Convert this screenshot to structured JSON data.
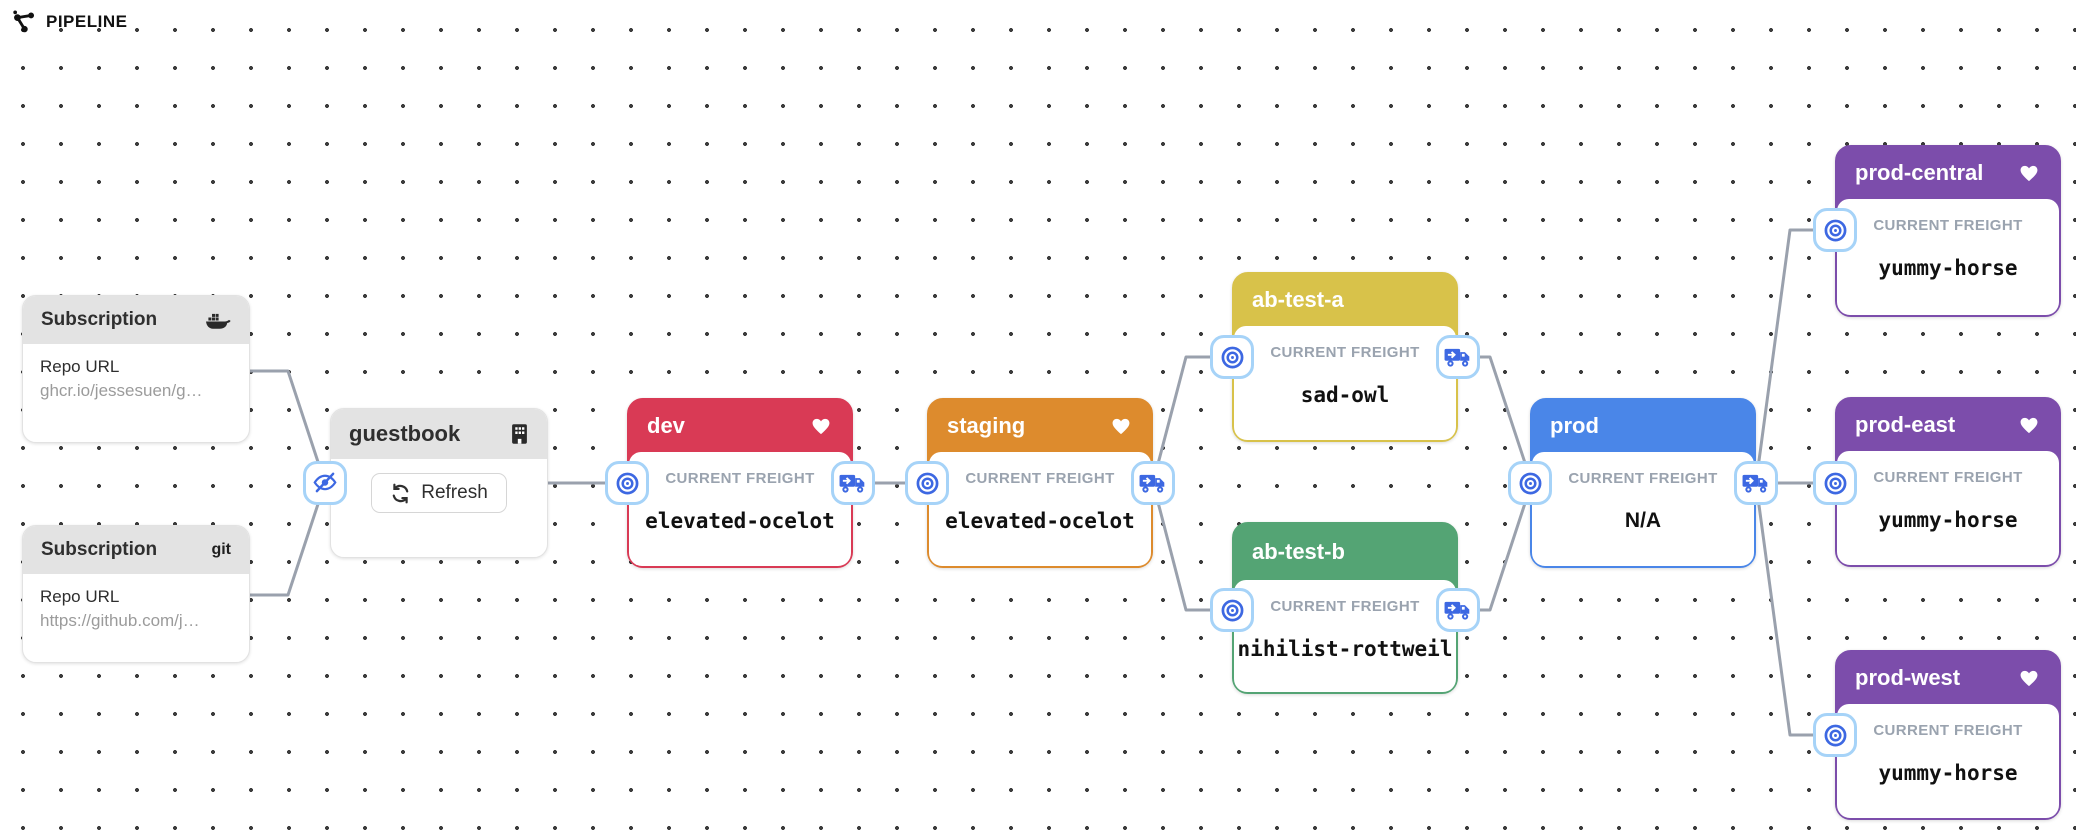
{
  "header": {
    "title": "PIPELINE"
  },
  "colors": {
    "stage_dev": "#d93a55",
    "stage_staging": "#dd8b2d",
    "stage_ab_test_a": "#d8c24a",
    "stage_ab_test_b": "#54a474",
    "stage_prod": "#4a86e8",
    "stage_prod_regions": "#7c4dab",
    "badge_border": "#a6d3f8",
    "badge_icon_blue": "#3d68e2",
    "edge_gray": "#9aa1ad",
    "node_header_gray": "#e3e3e3"
  },
  "freight_label": "CURRENT FREIGHT",
  "subscriptions": [
    {
      "title": "Subscription",
      "icon": "docker-icon",
      "repo_label": "Repo URL",
      "repo_url": "ghcr.io/jessesuen/g…"
    },
    {
      "title": "Subscription",
      "icon": "git-text",
      "icon_text": "git",
      "repo_label": "Repo URL",
      "repo_url": "https://github.com/j…"
    }
  ],
  "warehouse": {
    "name": "guestbook",
    "refresh_label": "Refresh"
  },
  "stages": [
    {
      "name": "dev",
      "freight": "elevated-ocelot",
      "favorite": true
    },
    {
      "name": "staging",
      "freight": "elevated-ocelot",
      "favorite": true
    },
    {
      "name": "ab-test-a",
      "freight": "sad-owl",
      "favorite": false
    },
    {
      "name": "ab-test-b",
      "freight": "nihilist-rottweil",
      "favorite": false
    },
    {
      "name": "prod",
      "freight": "N/A",
      "favorite": false
    },
    {
      "name": "prod-central",
      "freight": "yummy-horse",
      "favorite": true
    },
    {
      "name": "prod-east",
      "freight": "yummy-horse",
      "favorite": true
    },
    {
      "name": "prod-west",
      "freight": "yummy-horse",
      "favorite": true
    }
  ]
}
